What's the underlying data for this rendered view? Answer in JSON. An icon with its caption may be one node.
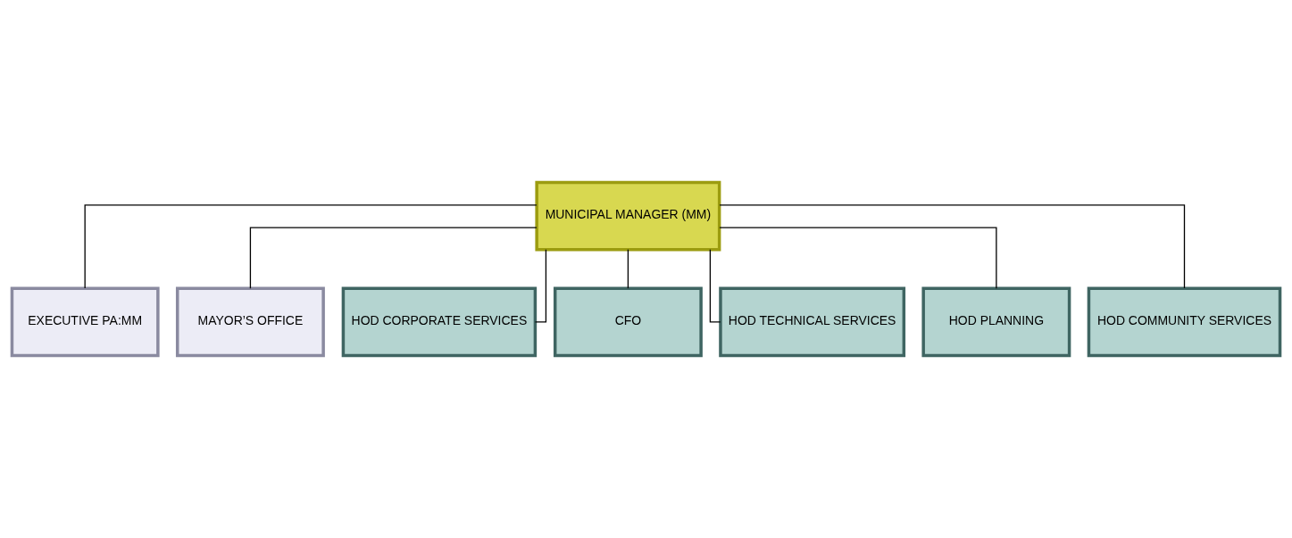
{
  "diagram": {
    "nodes": [
      {
        "text": [
          "MUNICIPAL MANAGER (MM)"
        ]
      },
      {
        "text": [
          "EXECUTIVE PA:MM"
        ]
      },
      {
        "text": [
          "MAYOR’S OFFICE"
        ]
      },
      {
        "text": [
          "HOD CORPORATE SERVICES"
        ]
      },
      {
        "text": [
          "CFO"
        ]
      },
      {
        "text": [
          "HOD TECHNICAL SERVICES"
        ]
      },
      {
        "text": [
          "HOD PLANNING"
        ]
      },
      {
        "text": [
          "HOD COMMUNITY SERVICES"
        ]
      }
    ],
    "edges": [
      {
        "from": 0,
        "to": 1,
        "arrow": "none"
      },
      {
        "from": 0,
        "to": 2,
        "arrow": "none"
      },
      {
        "from": 0,
        "to": 3,
        "arrow": "none"
      },
      {
        "from": 0,
        "to": 4,
        "arrow": "none"
      },
      {
        "from": 0,
        "to": 5,
        "arrow": "none"
      },
      {
        "from": 0,
        "to": 6,
        "arrow": "none"
      },
      {
        "from": 0,
        "to": 7,
        "arrow": "none"
      }
    ]
  }
}
